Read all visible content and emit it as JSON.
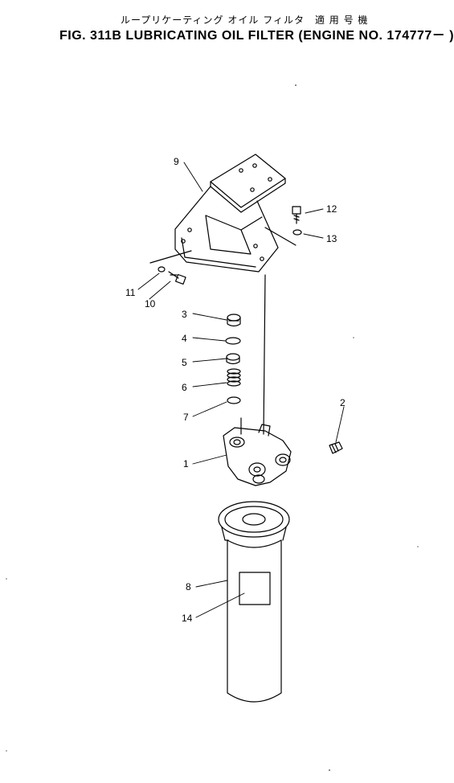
{
  "title": {
    "japanese": "ループリケーティング オイル フィルタ　適 用 号 機",
    "english": "FIG. 311B  LUBRICATING  OIL  FILTER  (ENGINE NO. 174777－ )"
  },
  "callouts": [
    "1",
    "2",
    "3",
    "4",
    "5",
    "6",
    "7",
    "8",
    "9",
    "10",
    "11",
    "12",
    "13",
    "14"
  ]
}
